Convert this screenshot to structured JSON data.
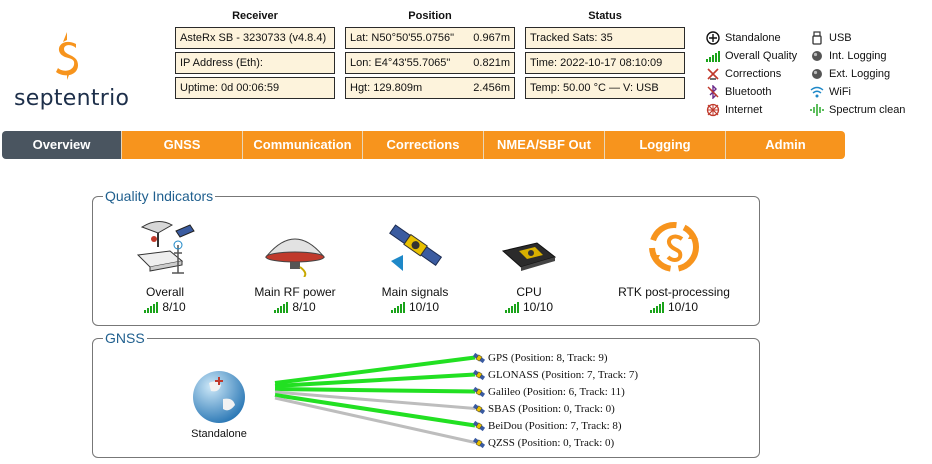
{
  "logo": {
    "text": "septentrio"
  },
  "receiver": {
    "heading": "Receiver",
    "fields": [
      "AsteRx SB - 3230733 (v4.8.4)",
      "IP Address (Eth):",
      "Uptime: 0d 00:06:59"
    ]
  },
  "position": {
    "heading": "Position",
    "lat": {
      "label": "Lat:  N50°50'55.0756\"",
      "acc": "0.967m"
    },
    "lon": {
      "label": "Lon:  E4°43'55.7065\"",
      "acc": "0.821m"
    },
    "hgt": {
      "label": "Hgt:  129.809m",
      "acc": "2.456m"
    }
  },
  "status": {
    "heading": "Status",
    "fields": [
      "Tracked Sats: 35",
      "Time: 2022-10-17 08:10:09",
      "Temp: 50.00 °C — V: USB"
    ]
  },
  "legend": {
    "left": [
      "Standalone",
      "Overall Quality",
      "Corrections",
      "Bluetooth",
      "Internet"
    ],
    "right": [
      "USB",
      "Int. Logging",
      "Ext. Logging",
      "WiFi",
      "Spectrum clean"
    ]
  },
  "tabs": [
    "Overview",
    "GNSS",
    "Communication",
    "Corrections",
    "NMEA/SBF Out",
    "Logging",
    "Admin"
  ],
  "quality": {
    "title": "Quality Indicators",
    "items": [
      {
        "label": "Overall",
        "score": "8/10",
        "level": 8
      },
      {
        "label": "Main RF power",
        "score": "8/10",
        "level": 8
      },
      {
        "label": "Main signals",
        "score": "10/10",
        "level": 10
      },
      {
        "label": "CPU",
        "score": "10/10",
        "level": 10
      },
      {
        "label": "RTK post-processing",
        "score": "10/10",
        "level": 10
      }
    ]
  },
  "gnss": {
    "title": "GNSS",
    "mode": "Standalone",
    "systems": [
      {
        "text": "GPS (Position: 8, Track: 9)",
        "used": true
      },
      {
        "text": "GLONASS (Position: 7, Track: 7)",
        "used": true
      },
      {
        "text": "Galileo (Position: 6, Track: 11)",
        "used": true
      },
      {
        "text": "SBAS (Position: 0, Track: 0)",
        "used": false
      },
      {
        "text": "BeiDou (Position: 7, Track: 8)",
        "used": true
      },
      {
        "text": "QZSS (Position: 0, Track: 0)",
        "used": false
      }
    ]
  },
  "colors": {
    "accent": "#f7941d",
    "activeTab": "#4a5560",
    "good": "#1aa31a",
    "panelTitle": "#1f5f8e",
    "field": "#fdf3dc"
  }
}
